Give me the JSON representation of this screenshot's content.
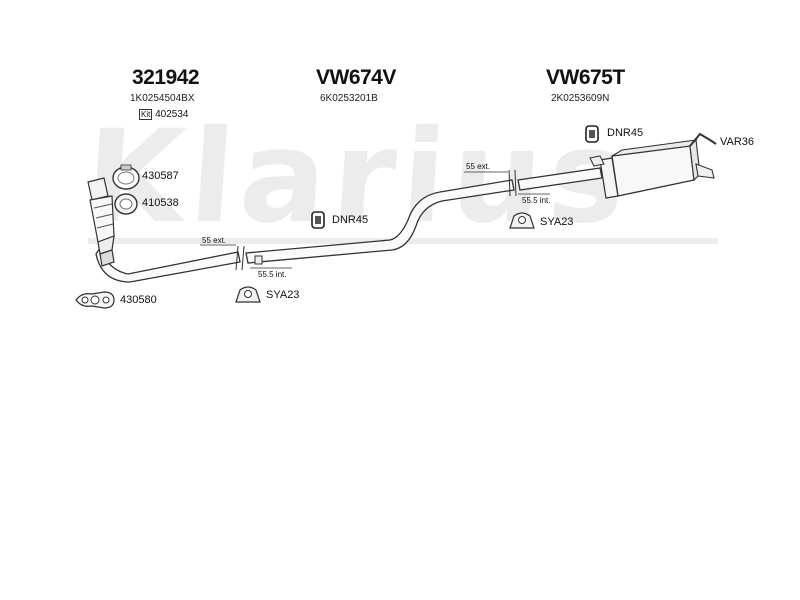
{
  "watermark": "Klarius",
  "parts": {
    "front": {
      "number": "321942",
      "oem": "1K0254504BX",
      "kit_tag": "Kit",
      "kit": "402534"
    },
    "middle": {
      "number": "VW674V",
      "oem": "6K0253201B"
    },
    "rear": {
      "number": "VW675T",
      "oem": "2K0253609N"
    }
  },
  "accessories": {
    "clamp_ring": "430587",
    "gasket_ring": "410538",
    "flange_gasket": "430580",
    "rubber_mount_mid": "DNR45",
    "rubber_mount_rear": "DNR45",
    "hanger_rear": "VAR36",
    "clamp_mid": "SYA23",
    "clamp_rear": "SYA23"
  },
  "joints": {
    "front_ext": "55 ext.",
    "front_int": "55.5 int.",
    "rear_ext": "55 ext.",
    "rear_int": "55.5 int."
  }
}
